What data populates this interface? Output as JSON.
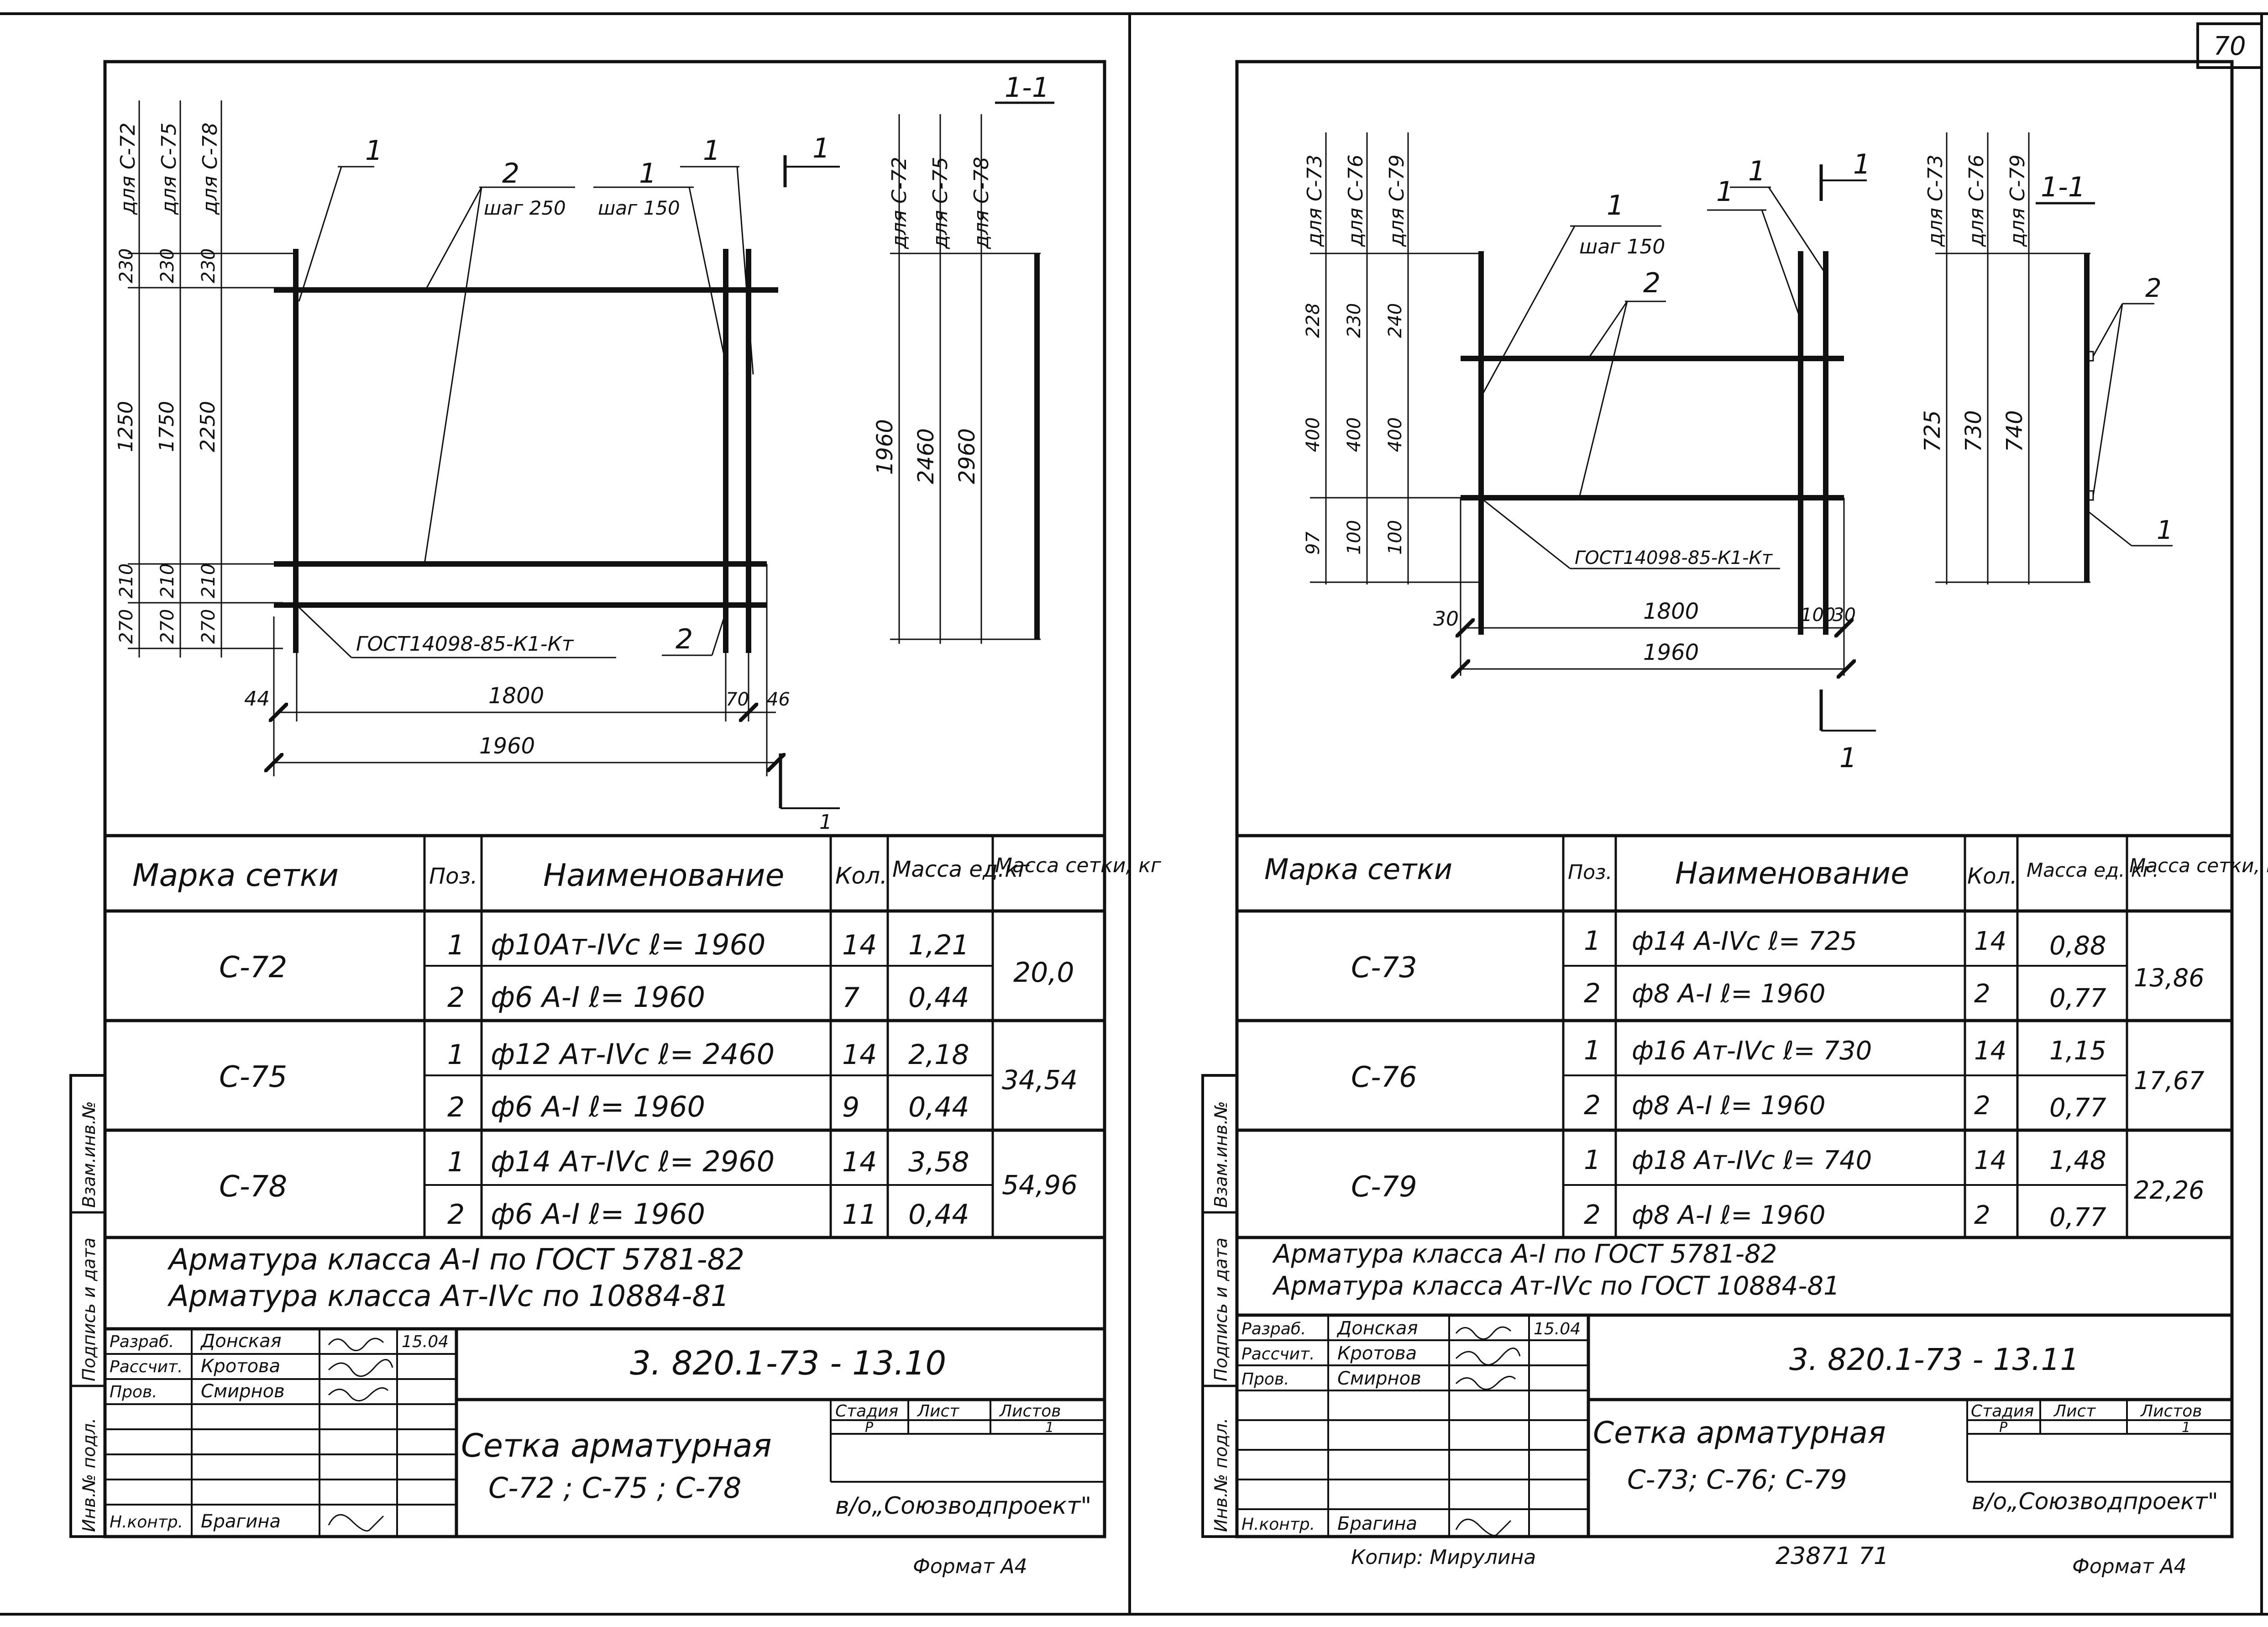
{
  "page_number": "70",
  "left": {
    "section_mark": "1-1",
    "cut_label_top": "1",
    "cut_label_bottom": "1",
    "dim_headers": [
      "для С-72",
      "для С-75",
      "для С-78"
    ],
    "dims_top": [
      "230",
      "230",
      "230"
    ],
    "dims_mid": [
      "1250",
      "1750",
      "2250"
    ],
    "dims_low": [
      "210",
      "210",
      "210"
    ],
    "dims_bot": [
      "270",
      "270",
      "270"
    ],
    "right_headers": [
      "для С-72",
      "для С-75",
      "для С-78"
    ],
    "right_dims": [
      "1960",
      "2460",
      "2960"
    ],
    "callouts": {
      "c1a": "1",
      "c2": "2",
      "step250": "шаг 250",
      "c1b": "1",
      "step150": "шаг 150",
      "c1c": "1",
      "c2b": "2"
    },
    "gost": "ГОСТ14098-85-К1-Кт",
    "dim_44": "44",
    "dim_1800": "1800",
    "dim_70": "70",
    "dim_46": "46",
    "dim_1960": "1960",
    "table": {
      "headers": [
        "Марка сетки",
        "Поз.",
        "Наименование",
        "Кол.",
        "Масса ед.кг",
        "Масса сетки, кг"
      ],
      "groups": [
        {
          "mark": "С-72",
          "total": "20,0",
          "rows": [
            {
              "pos": "1",
              "name": "ф10Ат-IVс ℓ= 1960",
              "qty": "14",
              "mass": "1,21"
            },
            {
              "pos": "2",
              "name": "ф6 А-I ℓ= 1960",
              "qty": "7",
              "mass": "0,44"
            }
          ]
        },
        {
          "mark": "С-75",
          "total": "34,54",
          "rows": [
            {
              "pos": "1",
              "name": "ф12 Ат-IVс ℓ= 2460",
              "qty": "14",
              "mass": "2,18"
            },
            {
              "pos": "2",
              "name": "ф6 А-I ℓ= 1960",
              "qty": "9",
              "mass": "0,44"
            }
          ]
        },
        {
          "mark": "С-78",
          "total": "54,96",
          "rows": [
            {
              "pos": "1",
              "name": "ф14 Ат-IVс ℓ= 2960",
              "qty": "14",
              "mass": "3,58"
            },
            {
              "pos": "2",
              "name": "ф6 А-I ℓ= 1960",
              "qty": "11",
              "mass": "0,44"
            }
          ]
        }
      ]
    },
    "notes": [
      "Арматура класса А-I по ГОСТ 5781-82",
      "Арматура класса Ат-IVс по 10884-81"
    ],
    "stamp": {
      "roles": [
        "Разраб.",
        "Рассчит.",
        "Пров.",
        "",
        "",
        "",
        "Н.контр."
      ],
      "names": [
        "Донская",
        "Кротова",
        "Смирнов",
        "",
        "",
        "",
        "Брагина"
      ],
      "date": "15.04",
      "code": "3. 820.1-73 - 13.10",
      "title": "Сетка арматурная",
      "subtitle": "С-72 ; С-75 ; С-78",
      "stage_h": "Стадия",
      "sheet_h": "Лист",
      "sheets_h": "Листов",
      "stage": "Р",
      "sheets": "1",
      "org": "в/о„Союзводпроект\""
    },
    "side_labels": [
      "Взам.инв.№",
      "Подпись и дата",
      "Инв.№ подл."
    ],
    "format": "Формат А4"
  },
  "right": {
    "section_mark": "1-1",
    "cut_label_top": "1",
    "cut_label_bottom": "1",
    "dim_headers": [
      "для С-73",
      "для С-76",
      "для С-79"
    ],
    "dims_top": [
      "228",
      "230",
      "240"
    ],
    "dims_mid": [
      "400",
      "400",
      "400"
    ],
    "dims_bot": [
      "97",
      "100",
      "100"
    ],
    "right_headers": [
      "для С-73",
      "для С-76",
      "для С-79"
    ],
    "right_dims": [
      "725",
      "730",
      "740"
    ],
    "callouts": {
      "c1a": "1",
      "step150": "шаг 150",
      "c2": "2",
      "c1b": "1",
      "c1c": "1",
      "c2r": "2",
      "c1r": "1"
    },
    "gost": "ГОСТ14098-85-К1-Кт",
    "dim_30a": "30",
    "dim_1800": "1800",
    "dim_100": "100",
    "dim_30b": "30",
    "dim_1960": "1960",
    "table": {
      "headers": [
        "Марка сетки",
        "Поз.",
        "Наименование",
        "Кол.",
        "Масса ед. кг.",
        "Масса сетки, кг"
      ],
      "groups": [
        {
          "mark": "С-73",
          "total": "13,86",
          "rows": [
            {
              "pos": "1",
              "name": "ф14  А-IVс  ℓ= 725",
              "qty": "14",
              "mass": "0,88"
            },
            {
              "pos": "2",
              "name": "ф8  А-I  ℓ= 1960",
              "qty": "2",
              "mass": "0,77"
            }
          ]
        },
        {
          "mark": "С-76",
          "total": "17,67",
          "rows": [
            {
              "pos": "1",
              "name": "ф16  Ат-IVс  ℓ= 730",
              "qty": "14",
              "mass": "1,15"
            },
            {
              "pos": "2",
              "name": "ф8  А-I  ℓ= 1960",
              "qty": "2",
              "mass": "0,77"
            }
          ]
        },
        {
          "mark": "С-79",
          "total": "22,26",
          "rows": [
            {
              "pos": "1",
              "name": "ф18  Ат-IVс  ℓ= 740",
              "qty": "14",
              "mass": "1,48"
            },
            {
              "pos": "2",
              "name": "ф8  А-I  ℓ= 1960",
              "qty": "2",
              "mass": "0,77"
            }
          ]
        }
      ]
    },
    "notes": [
      "Арматура класса А-I по ГОСТ 5781-82",
      "Арматура класса Ат-IVс по ГОСТ 10884-81"
    ],
    "stamp": {
      "roles": [
        "Разраб.",
        "Рассчит.",
        "Пров.",
        "",
        "",
        "",
        "Н.контр."
      ],
      "names": [
        "Донская",
        "Кротова",
        "Смирнов",
        "",
        "",
        "",
        "Брагина"
      ],
      "date": "15.04",
      "code": "3. 820.1-73 - 13.11",
      "title": "Сетка арматурная",
      "subtitle": "С-73; С-76; С-79",
      "stage_h": "Стадия",
      "sheet_h": "Лист",
      "sheets_h": "Листов",
      "stage": "Р",
      "sheets": "1",
      "org": "в/о„Союзводпроект\""
    },
    "side_labels": [
      "Взам.инв.№",
      "Подпись и дата",
      "Инв.№ подл."
    ],
    "format": "Формат А4",
    "copier": "Копир: Мирулина",
    "order": "23871  71"
  }
}
